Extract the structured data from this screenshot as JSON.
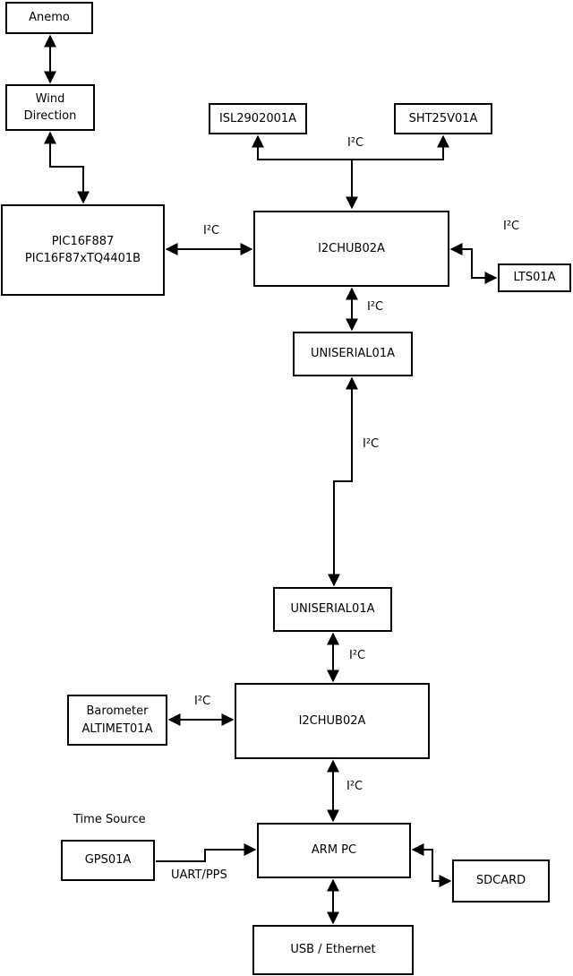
{
  "diagram": {
    "background_color": "#ffffff",
    "line_color": "#000000",
    "i2c_label": "I²C",
    "boxes": {
      "anemo": {
        "label": "Anemo"
      },
      "wind_direction": {
        "label": "Wind\nDirection"
      },
      "pic": {
        "label": "PIC16F887\nPIC16F87xTQ4401B"
      },
      "isl": {
        "label": "ISL2902001A"
      },
      "sht": {
        "label": "SHT25V01A"
      },
      "i2chub_top": {
        "label": "I2CHUB02A"
      },
      "lts": {
        "label": "LTS01A"
      },
      "uniserial_top": {
        "label": "UNISERIAL01A"
      },
      "uniserial_bottom": {
        "label": "UNISERIAL01A"
      },
      "barometer": {
        "label": "Barometer\nALTIMET01A"
      },
      "i2chub_bottom": {
        "label": "I2CHUB02A"
      },
      "arm_pc": {
        "label": "ARM PC"
      },
      "gps": {
        "label": "GPS01A"
      },
      "sdcard": {
        "label": "SDCARD"
      },
      "usb_ethernet": {
        "label": "USB / Ethernet"
      }
    },
    "labels": {
      "time_source": "Time Source",
      "uart_pps": "UART/PPS"
    }
  }
}
